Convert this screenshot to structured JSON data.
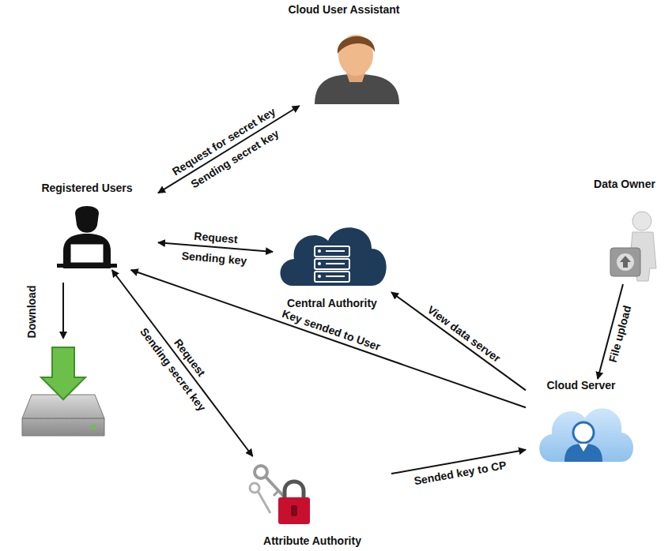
{
  "diagram": {
    "nodes": [
      {
        "text": [
          "Cloud User Assistant"
        ]
      },
      {
        "text": [
          "Registered Users"
        ]
      },
      {
        "text": [
          "Data Owner"
        ]
      },
      {
        "text": [
          "Central Authority"
        ]
      },
      {
        "text": [
          "Cloud Server"
        ]
      },
      {
        "text": [
          "Attribute Authority"
        ]
      }
    ],
    "edges": [
      {
        "from": 1,
        "to": 0,
        "label": "Request for secret key",
        "arrow": "both"
      },
      {
        "from": 1,
        "to": 3,
        "label": "Request",
        "arrow": "both"
      },
      {
        "from": 1,
        "to": 5,
        "label": "Request",
        "arrow": "both"
      },
      {
        "from": 4,
        "to": 1,
        "label": "Key sended to User",
        "arrow": "to"
      },
      {
        "from": 4,
        "to": 3,
        "label": "View data server",
        "arrow": "to"
      },
      {
        "from": 2,
        "to": 4,
        "label": "File upload",
        "arrow": "to"
      },
      {
        "from": 5,
        "to": 4,
        "label": "Sended key to CP",
        "arrow": "to"
      }
    ],
    "labels": [
      "Sending secret key",
      "Sending key",
      "Sending secret key",
      "Download"
    ]
  }
}
